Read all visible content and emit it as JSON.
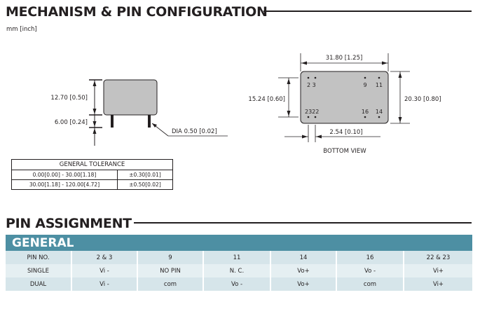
{
  "mechanism": {
    "title": "MECHANISM & PIN CONFIGURATION",
    "units": "mm [inch]",
    "side_view": {
      "body_height": "12.70 [0.50]",
      "pin_length": "6.00 [0.24]",
      "pin_diameter": "DIA 0.50 [0.02]"
    },
    "bottom_view": {
      "width": "31.80 [1.25]",
      "height": "20.30 [0.80]",
      "pin_row_spacing": "15.24 [0.60]",
      "pin_pitch": "2.54 [0.10]",
      "label": "BOTTOM VIEW",
      "pin_labels": {
        "top_left": "2 3",
        "top_right_a": "9",
        "top_right_b": "11",
        "bottom_left": "2322",
        "bottom_right_a": "16",
        "bottom_right_b": "14"
      }
    },
    "tolerance": {
      "header": "GENERAL TOLERANCE",
      "rows": [
        {
          "range": "0.00[0.00] - 30.00[1.18]",
          "value": "±0.30[0.01]"
        },
        {
          "range": "30.00[1.18] - 120.00[4.72]",
          "value": "±0.50[0.02]"
        }
      ]
    }
  },
  "pin_assignment": {
    "title": "PIN ASSIGNMENT",
    "banner": "GENERAL",
    "rows": [
      {
        "cells": [
          "PIN NO.",
          "2 & 3",
          "9",
          "11",
          "14",
          "16",
          "22 & 23"
        ]
      },
      {
        "cells": [
          "SINGLE",
          "Vi -",
          "NO PIN",
          "N. C.",
          "Vo+",
          "Vo -",
          "Vi+"
        ]
      },
      {
        "cells": [
          "DUAL",
          "Vi -",
          "com",
          "Vo -",
          "Vo+",
          "com",
          "Vi+"
        ]
      }
    ]
  },
  "colors": {
    "banner": "#4d8fa3",
    "row_dark": "#d6e5ea",
    "row_light": "#e5eff2",
    "component_fill": "#c2c2c2"
  }
}
